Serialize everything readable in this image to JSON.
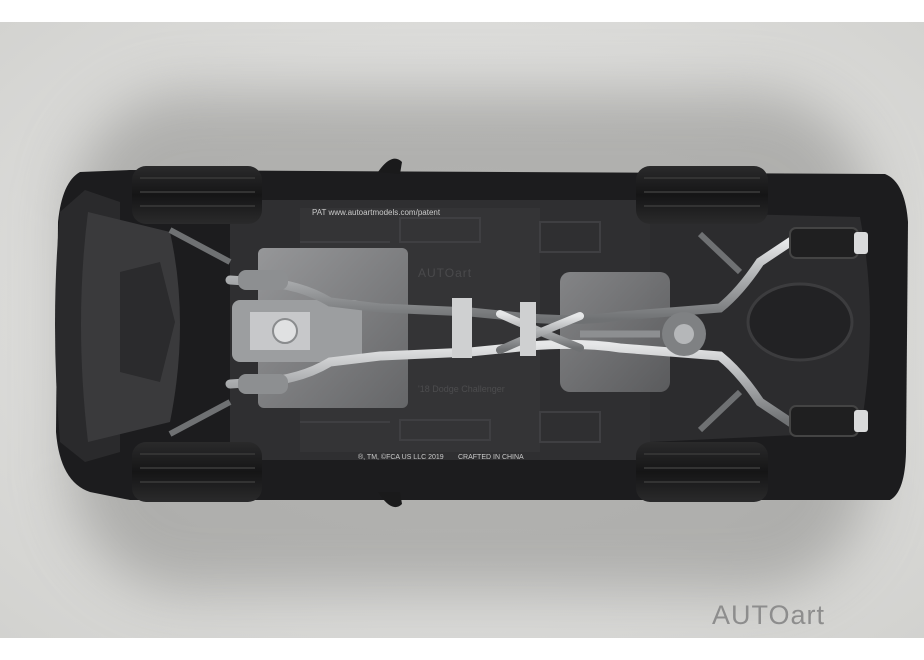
{
  "photo": {
    "subject": "",
    "background_color": "#dcdcda"
  },
  "underbody_text": {
    "patent": "PAT   www.autoartmodels.com/patent",
    "embossed_logo": "AUTOart",
    "model_name": "'18 Dodge Challenger",
    "copyright": "®, TM, ©FCA US LLC 2019",
    "crafted": "CRAFTED IN CHINA"
  },
  "watermark": {
    "logo": "AUTOart"
  },
  "colors": {
    "body": "#1c1c1e",
    "exhaust": "#b9bbbd",
    "tire": "#1a1a1a"
  }
}
